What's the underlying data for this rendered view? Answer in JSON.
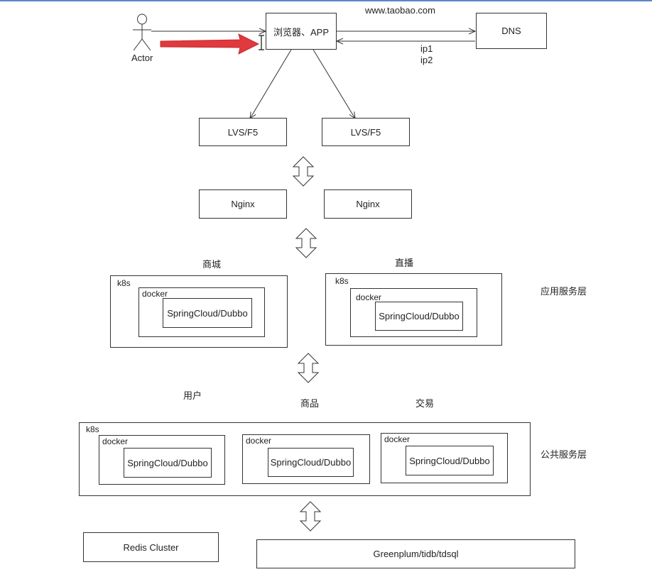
{
  "top": {
    "actor_label": "Actor",
    "client_label": "浏览器、APP",
    "domain_label": "www.taobao.com",
    "dns_label": "DNS",
    "ip_lines": [
      "ip1",
      "ip2"
    ]
  },
  "lb": {
    "items": [
      "LVS/F5",
      "LVS/F5"
    ]
  },
  "proxy": {
    "items": [
      "Nginx",
      "Nginx"
    ]
  },
  "app_layer": {
    "label": "应用服务层",
    "clusters": [
      {
        "title": "商城",
        "k8s": "k8s",
        "docker": "docker",
        "service": "SpringCloud/Dubbo"
      },
      {
        "title": "直播",
        "k8s": "k8s",
        "docker": "docker",
        "service": "SpringCloud/Dubbo"
      }
    ]
  },
  "common_layer": {
    "label": "公共服务层",
    "k8s": "k8s",
    "services": [
      {
        "title": "用户",
        "docker": "docker",
        "service": "SpringCloud/Dubbo"
      },
      {
        "title": "商品",
        "docker": "docker",
        "service": "SpringCloud/Dubbo"
      },
      {
        "title": "交易",
        "docker": "docker",
        "service": "SpringCloud/Dubbo"
      }
    ]
  },
  "storage": {
    "items": [
      "Redis Cluster",
      "Greenplum/tidb/tdsql"
    ]
  },
  "colors": {
    "annotation_arrow": "#e0393e",
    "stroke": "#333333",
    "header_rule": "#5b87c6"
  }
}
